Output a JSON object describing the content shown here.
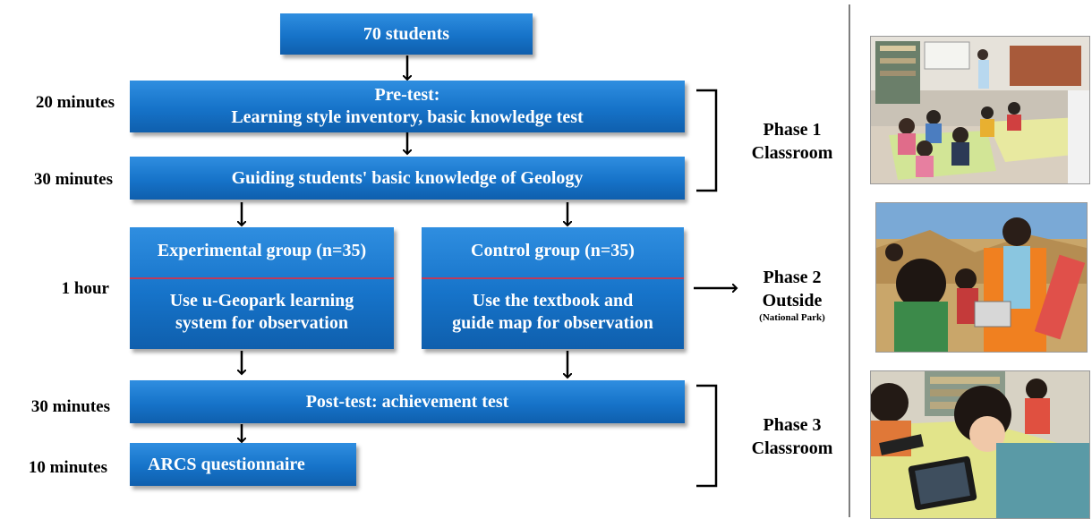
{
  "boxes": {
    "students": "70 students",
    "pretest_title": "Pre-test:",
    "pretest_desc": "Learning style inventory, basic knowledge test",
    "guiding": "Guiding students' basic knowledge of Geology",
    "experimental_title": "Experimental group (n=35)",
    "experimental_desc_1": "Use u-Geopark learning",
    "experimental_desc_2": "system for observation",
    "control_title": "Control group (n=35)",
    "control_desc_1": "Use the textbook and",
    "control_desc_2": "guide map for observation",
    "posttest": "Post-test: achievement test",
    "arcs": "ARCS questionnaire"
  },
  "times": {
    "pretest": "20 minutes",
    "guiding": "30 minutes",
    "groups": "1 hour",
    "posttest": "30 minutes",
    "arcs": "10 minutes"
  },
  "phases": {
    "phase1_name": "Phase 1",
    "phase1_place": "Classroom",
    "phase2_name": "Phase 2",
    "phase2_place": "Outside",
    "phase2_note": "(National Park)",
    "phase3_name": "Phase 3",
    "phase3_place": "Classroom"
  },
  "colors": {
    "box_blue": "#1a78d0",
    "separator": "#c03a5a"
  }
}
